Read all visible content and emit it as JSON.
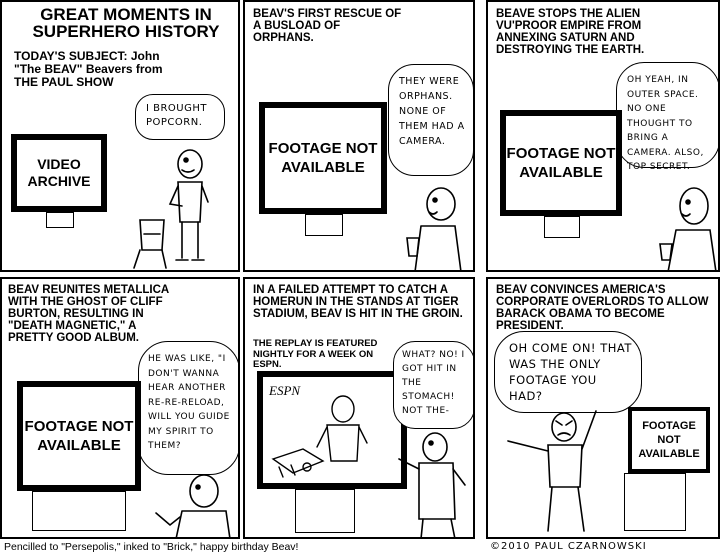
{
  "panels": [
    {
      "caption_title": "GREAT MOMENTS IN SUPERHERO HISTORY",
      "caption_sub": "TODAY'S SUBJECT: John \"The BEAV\" Beavers from THE PAUL SHOW",
      "bubble": "I BROUGHT POPCORN.",
      "screen": "VIDEO ARCHIVE"
    },
    {
      "caption": "BEAV'S FIRST RESCUE OF A BUSLOAD OF ORPHANS.",
      "bubble": "THEY WERE ORPHANS. NONE OF THEM HAD A CAMERA.",
      "screen": "FOOTAGE NOT AVAILABLE"
    },
    {
      "caption": "BEAVE STOPS THE ALIEN Vu'PROOR EMPIRE FROM ANNEXING SATURN AND DESTROYING THE EARTH.",
      "bubble": "OH YEAH, IN OUTER SPACE. NO ONE THOUGHT TO BRING A CAMERA. ALSO, TOP SECRET.",
      "screen": "FOOTAGE NOT AVAILABLE"
    },
    {
      "caption": "BEAV REUNITES METALLICA WITH THE GHOST OF CLIFF BURTON, RESULTING IN \"DEATH MAGNETIC,\" A PRETTY GOOD ALBUM.",
      "bubble": "HE WAS LIKE, \"I DON'T WANNA HEAR ANOTHER RE-RE-RELOAD, WILL YOU GUIDE MY SPIRIT TO THEM?",
      "screen": "FOOTAGE NOT AVAILABLE"
    },
    {
      "caption": "IN A FAILED ATTEMPT TO CATCH A HOMERUN IN THE STANDS AT TIGER STADIUM, BEAV IS HIT IN THE GROIN.",
      "caption_small": "THE REPLAY IS FEATURED NIGHTLY FOR A WEEK ON ESPN.",
      "bubble": "WHAT? NO! I GOT HIT IN THE STOMACH! NOT THE-",
      "screen_logo": "ESPN"
    },
    {
      "caption": "BEAV CONVINCES AMERICA'S CORPORATE OVERLORDS TO ALLOW BARACK OBAMA TO BECOME PRESIDENT.",
      "bubble": "OH COME ON! THAT WAS THE ONLY FOOTAGE YOU HAD?",
      "screen": "FOOTAGE NOT AVAILABLE"
    }
  ],
  "footer": {
    "left": "Pencilled to  \"Persepolis,\" inked to \"Brick,\" happy birthday Beav!",
    "right": "©2010 PAUL CZARNOWSKI"
  }
}
